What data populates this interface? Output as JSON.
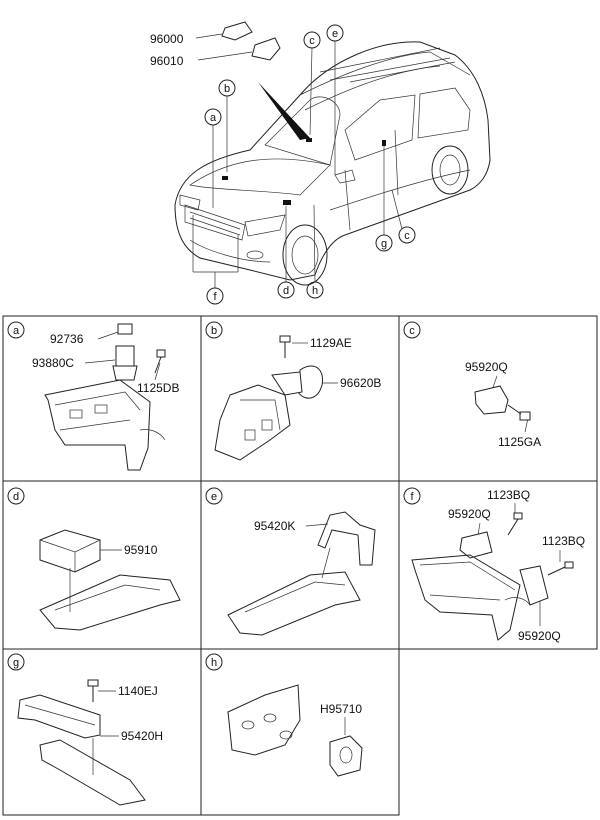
{
  "overview": {
    "part_96000": "96000",
    "part_96010": "96010",
    "callouts": [
      "a",
      "b",
      "c",
      "c",
      "d",
      "e",
      "f",
      "g",
      "h"
    ]
  },
  "panels": [
    {
      "tag": "a",
      "parts": [
        "92736",
        "93880C",
        "1125DB"
      ]
    },
    {
      "tag": "b",
      "parts": [
        "1129AE",
        "96620B"
      ]
    },
    {
      "tag": "c",
      "parts": [
        "95920Q",
        "1125GA"
      ]
    },
    {
      "tag": "d",
      "parts": [
        "95910"
      ]
    },
    {
      "tag": "e",
      "parts": [
        "95420K"
      ]
    },
    {
      "tag": "f",
      "parts": [
        "1123BQ",
        "95920Q",
        "1123BQ",
        "95920Q"
      ]
    },
    {
      "tag": "g",
      "parts": [
        "1140EJ",
        "95420H"
      ]
    },
    {
      "tag": "h",
      "parts": [
        "H95710"
      ]
    }
  ]
}
